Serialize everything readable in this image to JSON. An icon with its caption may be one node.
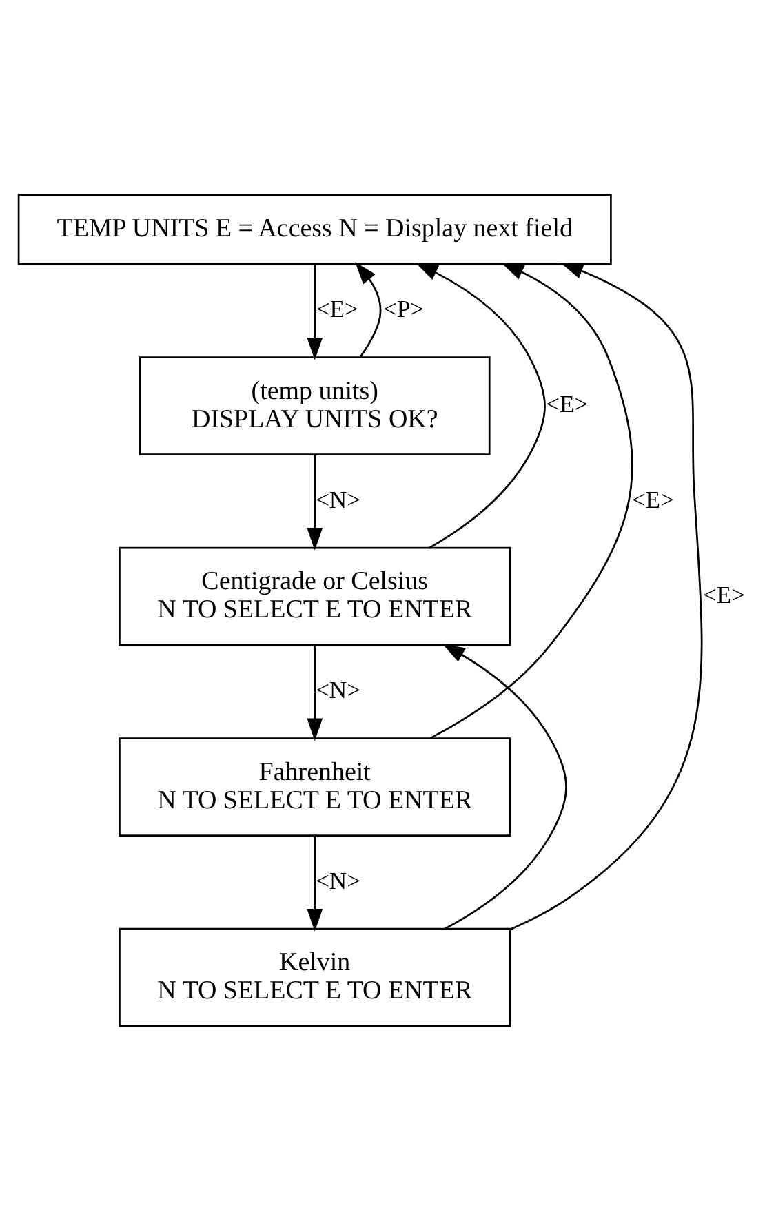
{
  "diagram": {
    "nodes": [
      {
        "text": [
          "TEMP UNITS E = Access N = Display next field"
        ]
      },
      {
        "text": [
          "(temp units)",
          "DISPLAY UNITS OK?"
        ]
      },
      {
        "text": [
          "Centigrade or Celsius",
          "N TO SELECT E TO ENTER"
        ]
      },
      {
        "text": [
          "Fahrenheit",
          "N TO SELECT E TO ENTER"
        ]
      },
      {
        "text": [
          "Kelvin",
          "N TO SELECT E TO ENTER"
        ]
      }
    ],
    "edges": [
      {
        "from": 0,
        "to": 1,
        "arrow": "to",
        "label": "<E>"
      },
      {
        "from": 1,
        "to": 0,
        "arrow": "to",
        "label": "<P>"
      },
      {
        "from": 1,
        "to": 2,
        "arrow": "to",
        "label": "<N>"
      },
      {
        "from": 2,
        "to": 0,
        "arrow": "to",
        "label": "<E>"
      },
      {
        "from": 2,
        "to": 3,
        "arrow": "to",
        "label": "<N>"
      },
      {
        "from": 3,
        "to": 0,
        "arrow": "to",
        "label": "<E>"
      },
      {
        "from": 3,
        "to": 4,
        "arrow": "to",
        "label": "<N>"
      },
      {
        "from": 4,
        "to": 0,
        "arrow": "to",
        "label": "<E>"
      },
      {
        "from": 4,
        "to": 2,
        "arrow": "to"
      }
    ]
  }
}
